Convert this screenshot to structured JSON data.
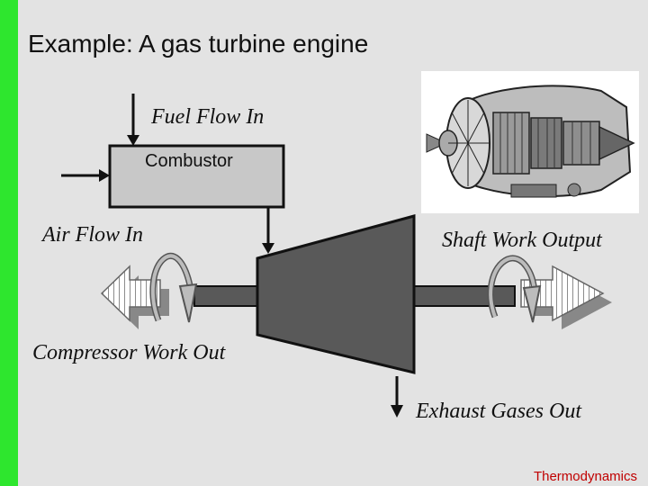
{
  "slide": {
    "title": "Example:  A gas turbine engine",
    "footer": "Thermodynamics"
  },
  "diagram": {
    "fuel_flow_label": "Fuel Flow In",
    "combustor_label": "Combustor",
    "air_flow_label": "Air Flow In",
    "shaft_work_label": "Shaft Work Output",
    "compressor_work_label": "Compressor Work Out",
    "exhaust_label": "Exhaust Gases Out"
  },
  "colors": {
    "accent_bar": "#2ee62e",
    "background": "#e3e3e3",
    "footer_text": "#c00000",
    "turbine_fill": "#595959",
    "combustor_fill": "#c8c8c8"
  },
  "icons": [
    "engine-cutaway-photo",
    "rotation-arrow-icon",
    "hollow-arrow-icon"
  ]
}
